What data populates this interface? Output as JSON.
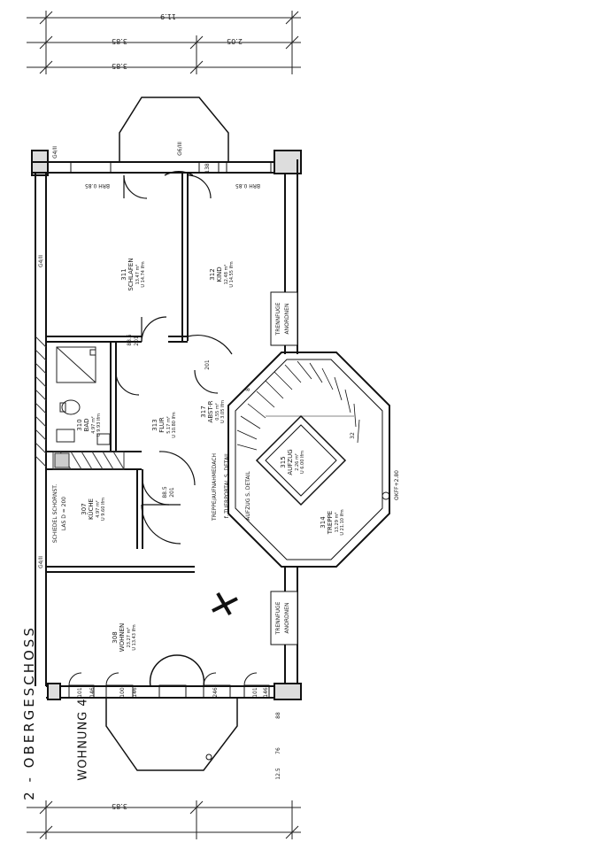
{
  "sheet": {
    "floor_title": "2 - OBERGESCHOSS",
    "unit_title": "WOHNUNG 4"
  },
  "dimensions": {
    "top_total": "11.9",
    "top_row2": [
      "3.85",
      "2.05"
    ],
    "top_row3": "3.85",
    "bottom": "3.85"
  },
  "rooms": [
    {
      "id": "r311",
      "number": "311",
      "name": "SCHLAFEN",
      "area": "13.47 m²",
      "perim": "U 14.74 lfm"
    },
    {
      "id": "r312",
      "number": "312",
      "name": "KIND",
      "area": "12.48 m²",
      "perim": "U 14.55 lfm"
    },
    {
      "id": "r310",
      "number": "310",
      "name": "BAD",
      "area": "4.97 m²",
      "perim": "U 9.93 lfm"
    },
    {
      "id": "r313",
      "number": "313",
      "name": "FLUR",
      "area": "5.17 m²",
      "perim": "U 10.80 lfm"
    },
    {
      "id": "r317",
      "number": "317",
      "name": "ABST-R",
      "area": "0.55 m²",
      "perim": "U 3.05 lfm"
    },
    {
      "id": "r307",
      "number": "307",
      "name": "KÜCHE",
      "area": "4.97 m²",
      "perim": "U 9.60 lfm"
    },
    {
      "id": "r315",
      "number": "315",
      "name": "AUFZUG",
      "area": "2.26 m²",
      "perim": "U 6.00 lfm"
    },
    {
      "id": "r314",
      "number": "314",
      "name": "TREPPE",
      "area": "13.29 m²",
      "perim": "U 21.10 lfm"
    },
    {
      "id": "r308",
      "number": "308",
      "name": "WOHNEN",
      "area": "23.27 m²",
      "perim": "U 13.43 lfm"
    }
  ],
  "annotations": {
    "trennfuge_top": "TRENNFUGE",
    "trennfuge_top2": "ANORDNEN",
    "trennfuge_bottom": "TRENNFUGE",
    "trennfuge_bottom2": "ANORDNEN",
    "treppe_note": "TREPPE/AUFNAHMEDACH",
    "tuer_note": "f. TUERPORTAL S. DETAIL",
    "aufzug_note": "AUFZUG S. DETAIL",
    "schornstein": "SCHIEDEL SCHORNST.",
    "schornstein2": "LAS D = 200",
    "level": "OKFF+2.80",
    "wall_g1": "G4/II",
    "wall_g2": "G6/III",
    "wall_g3": "G4/II",
    "wall_g4": "G4/II",
    "brh1": "BRH 0.85",
    "brh2": "BRH 0.85",
    "door_201a": "201",
    "door_201b": "201",
    "door_201c": "201",
    "door_88a": "88.5",
    "door_88b": "88.5",
    "window_101a": "101",
    "window_146a": "146",
    "window_100": "100",
    "window_146b": "146",
    "window_246": "246",
    "window_101b": "101",
    "window_146c": "146",
    "win_138": "138",
    "side_88": "88",
    "side_76": "76",
    "side_125": "12.5",
    "stair_8": "8",
    "stair_32": "32"
  }
}
